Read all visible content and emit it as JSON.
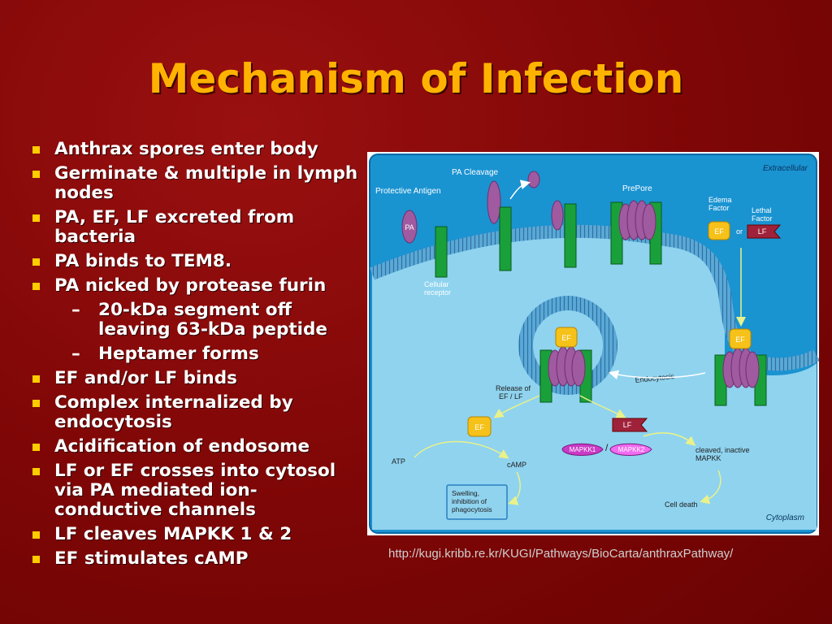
{
  "slide": {
    "title": "Mechanism of Infection",
    "bullets": [
      "Anthrax spores enter body",
      "Germinate & multiple in lymph nodes",
      "PA, EF, LF excreted from bacteria",
      "PA binds to TEM8.",
      "PA nicked by protease furin"
    ],
    "sub_bullets": [
      "20-kDa segment off leaving 63-kDa peptide",
      "Heptamer forms"
    ],
    "bullets2": [
      "EF and/or LF binds",
      "Complex internalized by endocytosis",
      "Acidification of endosome",
      "LF or EF crosses into cytosol via PA mediated ion-conductive channels",
      "LF cleaves MAPKK 1 & 2",
      "EF stimulates cAMP"
    ],
    "source_url": "http://kugi.kribb.re.kr/KUGI/Pathways/BioCarta/anthraxPathway/"
  },
  "diagram": {
    "extracellular": "Extracellular",
    "cytoplasm": "Cytoplasm",
    "protective_antigen": "Protective Antigen",
    "pa": "PA",
    "pa_cleavage": "PA Cleavage",
    "prepore": "PrePore",
    "edema_factor": [
      "Edema",
      "Factor"
    ],
    "lethal_factor": [
      "Lethal",
      "Factor"
    ],
    "ef": "EF",
    "lf": "LF",
    "or": "or",
    "cellular_receptor": [
      "Cellular",
      "receptor"
    ],
    "endocytosis": "Endocytosis",
    "release": [
      "Release of",
      "EF / LF"
    ],
    "atp": "ATP",
    "camp": "cAMP",
    "mapkk1": "MAPKK1",
    "mapkk2": "MAPKK2",
    "cleaved": [
      "cleaved, inactive",
      "MAPKK"
    ],
    "swelling": [
      "Swelling,",
      "inhibition of",
      "phagocytosis"
    ],
    "cell_death": "Cell death",
    "slash": "/"
  }
}
